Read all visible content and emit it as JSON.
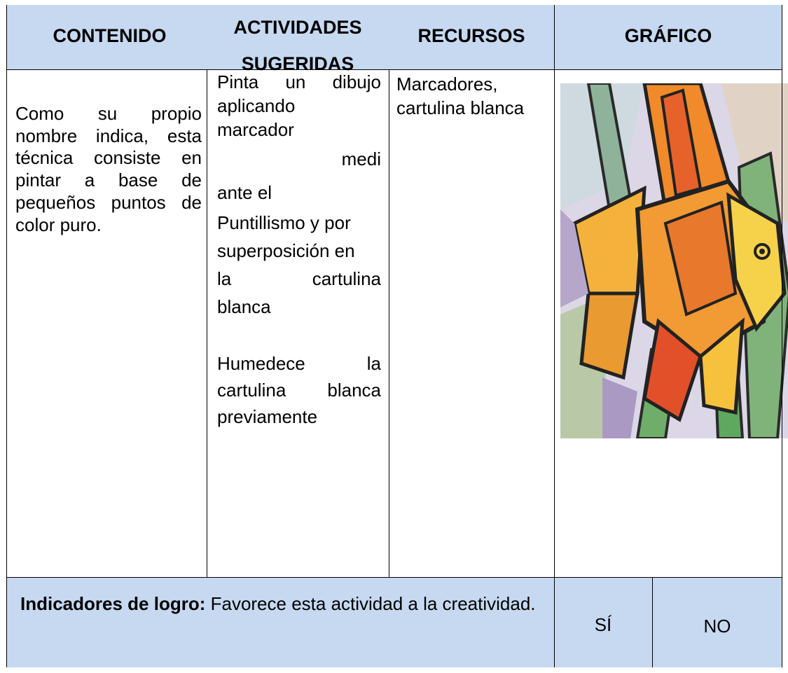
{
  "header": {
    "contenido": "CONTENIDO",
    "actividades_line1": "ACTIVIDADES",
    "actividades_line2": "SUGERIDAS",
    "recursos": "RECURSOS",
    "grafico": "GRÁFICO"
  },
  "row": {
    "contenido_text": "Como su propio nombre indica, esta técnica consiste en pintar a base de pequeños puntos de color puro.",
    "actividades": [
      "Pinta un dibujo",
      "aplicando",
      "marcador",
      "medi",
      "ante el",
      "Puntillismo y por",
      "superposición en",
      "la cartulina",
      "blanca",
      "Humedece la",
      "cartulina blanca",
      "previamente"
    ],
    "recursos_text": "Marcadores, cartulina blanca",
    "grafico_image": "stained-glass-fish-painting"
  },
  "indicadores": {
    "label": "Indicadores de logro:",
    "text": " Favorece esta actividad a la creatividad.",
    "si": "SÍ",
    "no": "NO"
  },
  "colors": {
    "header_bg": "#c6d9f1",
    "border": "#000000"
  }
}
